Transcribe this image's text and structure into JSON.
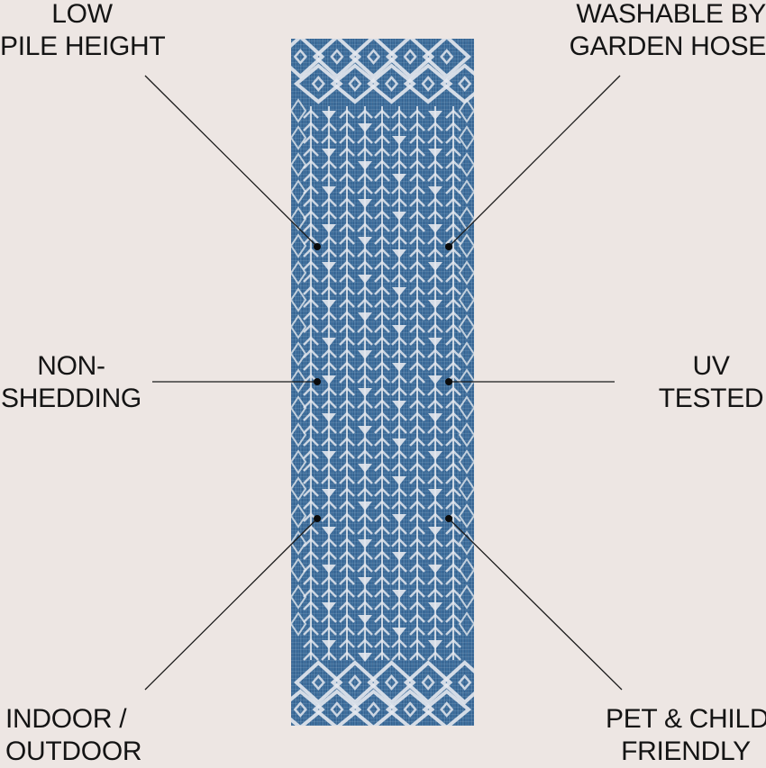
{
  "features": [
    {
      "id": "low-pile-height",
      "lines": [
        "LOW",
        "PILE HEIGHT"
      ],
      "align": "center",
      "line_from": [
        161,
        84
      ],
      "dot": [
        352,
        274
      ]
    },
    {
      "id": "washable",
      "lines": [
        "WASHABLE BY",
        "GARDEN HOSE"
      ],
      "align": "right",
      "line_from": [
        688,
        84
      ],
      "dot": [
        498,
        274
      ]
    },
    {
      "id": "non-shedding",
      "lines": [
        "NON-",
        "SHEDDING"
      ],
      "align": "center",
      "line_from": [
        169,
        424
      ],
      "dot": [
        352,
        424
      ]
    },
    {
      "id": "uv-tested",
      "lines": [
        "UV",
        "TESTED"
      ],
      "align": "right",
      "line_from": [
        682,
        424
      ],
      "dot": [
        498,
        424
      ]
    },
    {
      "id": "indoor-outdoor",
      "lines": [
        "INDOOR /",
        "OUTDOOR"
      ],
      "align": "left",
      "line_from": [
        161,
        766
      ],
      "dot": [
        352,
        576
      ]
    },
    {
      "id": "pet-child",
      "lines": [
        "PET & CHILD",
        "FRIENDLY"
      ],
      "align": "right",
      "line_from": [
        690,
        766
      ],
      "dot": [
        498,
        576
      ]
    }
  ],
  "colors": {
    "background": "#ede6e3",
    "rug_blue": "#3e6f9d",
    "rug_pattern": "#e4e8ee",
    "line": "#1a1a1a",
    "text": "#141414"
  }
}
